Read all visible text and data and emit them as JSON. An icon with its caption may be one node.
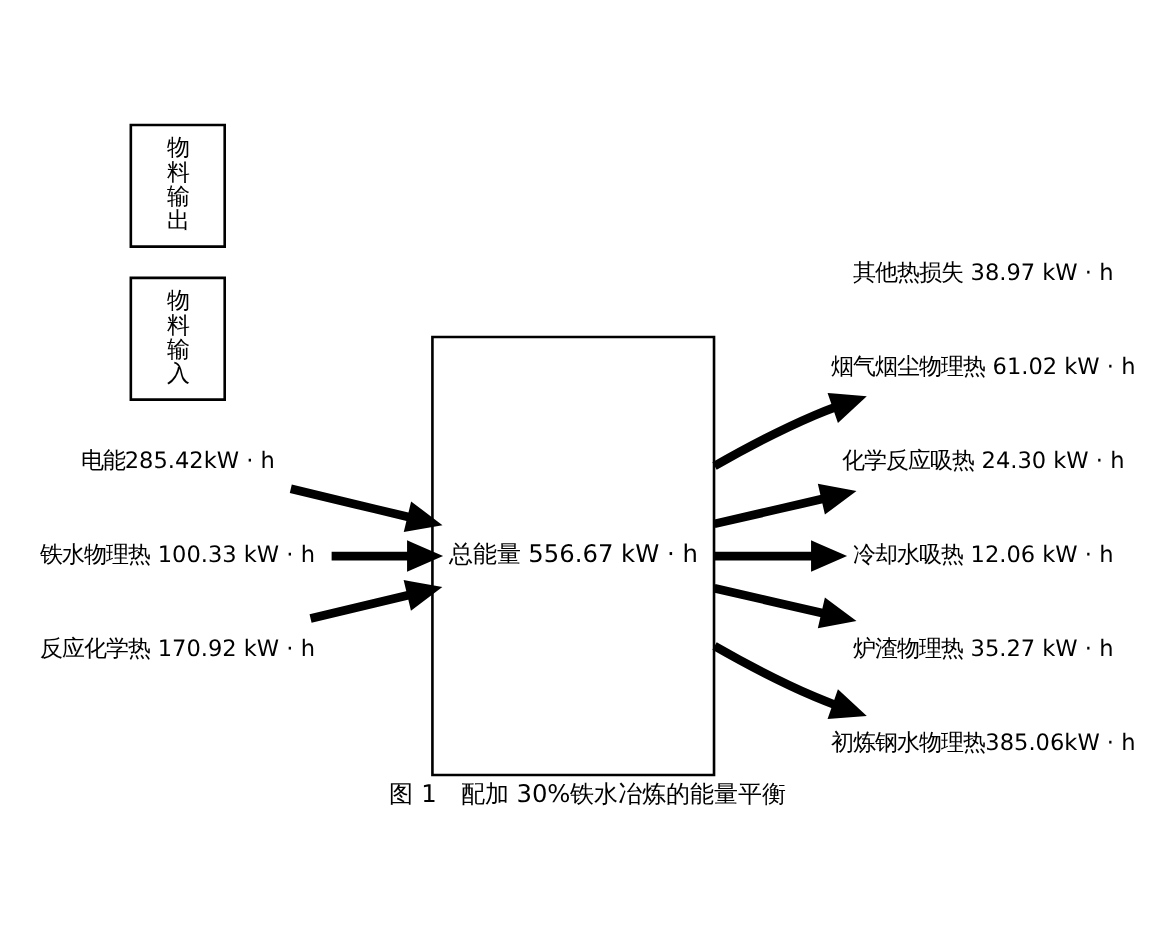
{
  "diagram": {
    "caption": "图 1　配加 30%铁水冶炼的能量平衡",
    "nodes": [
      {
        "text": [
          "电能285.42kW · h"
        ]
      },
      {
        "text": [
          "物料输入"
        ]
      },
      {
        "text": [
          "总能量 556.67 kW · h"
        ]
      },
      {
        "text": [
          "铁水物理热 100.33 kW · h"
        ]
      },
      {
        "text": [
          "反应化学热 170.92 kW · h"
        ]
      },
      {
        "text": [
          "物料输出"
        ]
      },
      {
        "text": [
          "烟气烟尘物理热 61.02 kW · h"
        ]
      },
      {
        "text": [
          "化学反应吸热 24.30 kW · h"
        ]
      },
      {
        "text": [
          "冷却水吸热 12.06 kW · h"
        ]
      },
      {
        "text": [
          "炉渣物理热 35.27 kW · h"
        ]
      },
      {
        "text": [
          "初炼钢水物理热385.06kW · h"
        ]
      }
    ],
    "edges": [
      {
        "from": 0,
        "to": 2,
        "arrow": "to"
      },
      {
        "from": 3,
        "to": 2,
        "arrow": "to"
      },
      {
        "from": 4,
        "to": 2,
        "arrow": "to"
      },
      {
        "from": 2,
        "to": 6,
        "arrow": "to"
      },
      {
        "from": 2,
        "to": 7,
        "arrow": "to"
      },
      {
        "from": 2,
        "to": 8,
        "arrow": "to"
      },
      {
        "from": 2,
        "to": 9,
        "arrow": "to"
      },
      {
        "from": 2,
        "to": 10,
        "arrow": "to"
      }
    ],
    "labels": [
      "其他热损失 38.97 kW · h"
    ]
  }
}
